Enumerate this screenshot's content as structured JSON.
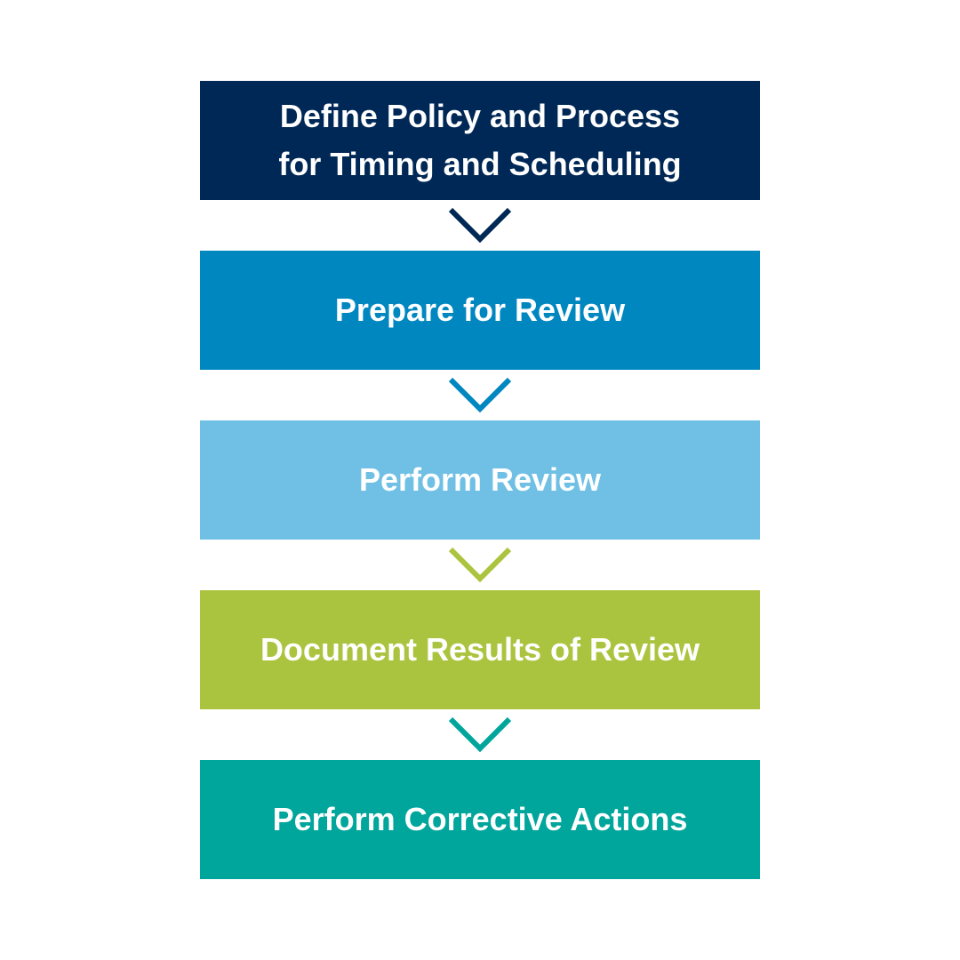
{
  "steps": [
    {
      "label_line1": "Define Policy and Process",
      "label_line2": "for Timing and Scheduling",
      "color": "#002856"
    },
    {
      "label": "Prepare for Review",
      "color": "#0087C0"
    },
    {
      "label": "Perform Review",
      "color": "#6FC0E4"
    },
    {
      "label": "Document Results of Review",
      "color": "#ABC43F"
    },
    {
      "label": "Perform Corrective Actions",
      "color": "#00A59B"
    }
  ],
  "arrows": [
    {
      "icon": "chevron-down-icon",
      "color": "#002856"
    },
    {
      "icon": "chevron-down-icon",
      "color": "#0087C0"
    },
    {
      "icon": "chevron-down-icon",
      "color": "#ABC43F"
    },
    {
      "icon": "chevron-down-icon",
      "color": "#00A59B"
    }
  ]
}
